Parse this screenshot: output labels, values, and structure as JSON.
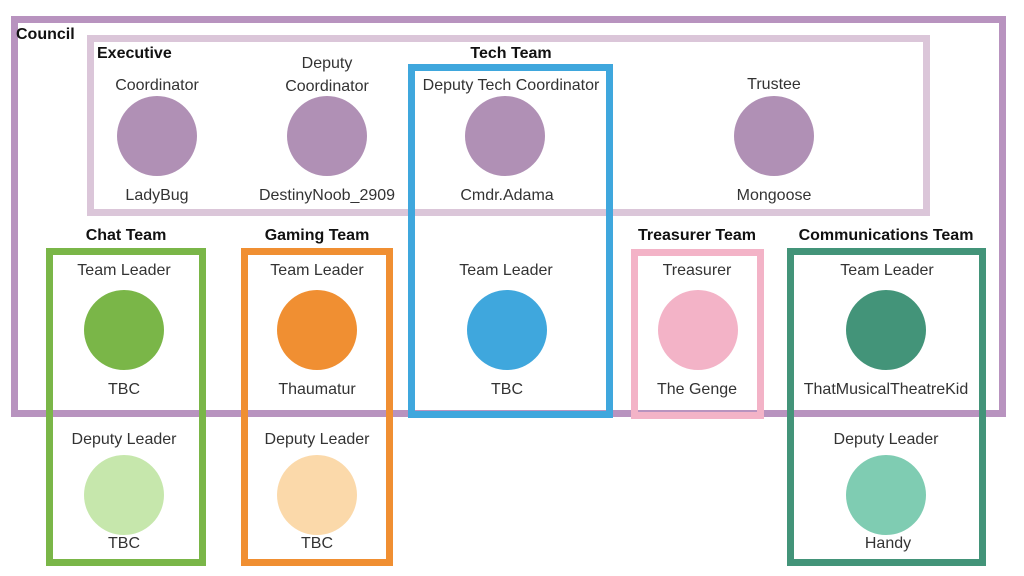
{
  "colors": {
    "council": "#b893bf",
    "executive": "#dbc6d9",
    "purple": "#b090b5",
    "tech": "#3fa7dd",
    "chat": "#7ab648",
    "chat_light": "#c6e7ac",
    "gaming": "#f08f32",
    "gaming_light": "#fbd9aa",
    "treasurer": "#f3b3c7",
    "comms": "#439479",
    "comms_light": "#7fccb2"
  },
  "headers": {
    "council": "Council",
    "executive": "Executive",
    "tech": "Tech Team",
    "chat": "Chat Team",
    "gaming": "Gaming Team",
    "treasurer": "Treasurer Team",
    "comms": "Communications Team"
  },
  "roles": {
    "coordinator": "Coordinator",
    "deputy_coordinator": "Deputy Coordinator",
    "deputy_tech_coordinator": "Deputy Tech Coordinator",
    "trustee": "Trustee",
    "chat_leader": "Team Leader",
    "chat_deputy": "Deputy Leader",
    "gaming_leader": "Team Leader",
    "gaming_deputy": "Deputy Leader",
    "tech_leader": "Team Leader",
    "treasurer": "Treasurer",
    "comms_leader": "Team Leader",
    "comms_deputy": "Deputy Leader"
  },
  "names": {
    "coordinator": "LadyBug",
    "deputy_coordinator": "DestinyNoob_2909",
    "deputy_tech_coordinator": "Cmdr.Adama",
    "trustee": "Mongoose",
    "chat_leader": "TBC",
    "chat_deputy": "TBC",
    "gaming_leader": "Thaumatur",
    "gaming_deputy": "TBC",
    "tech_leader": "TBC",
    "treasurer": "The Genge",
    "comms_leader": "ThatMusicalTheatreKid",
    "comms_deputy": "Handy"
  }
}
